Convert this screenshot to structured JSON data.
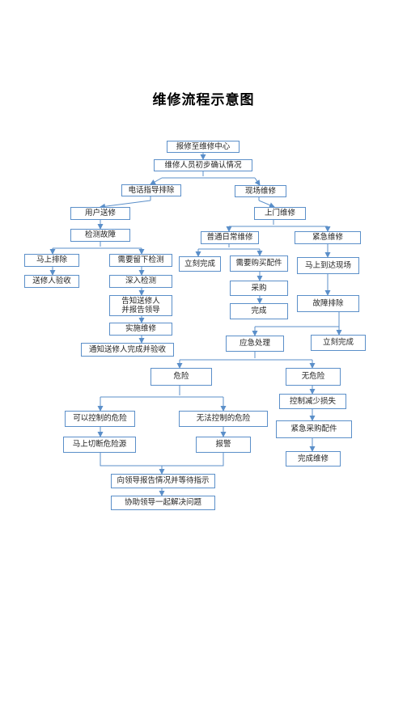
{
  "title": "维修流程示意图",
  "colors": {
    "border": "#5b8fc9",
    "line": "#5b8fc9",
    "text": "#222222"
  },
  "nodes": {
    "report_center": "报修至维修中心",
    "initial_check": "维修人员初步确认情况",
    "phone_guidance": "电话指导排除",
    "onsite_repair": "现场维修",
    "user_delivery": "用户送修",
    "door_repair": "上门维修",
    "diagnose_fault": "检测故障",
    "routine_repair": "普通日常维修",
    "emergency_repair": "紧急维修",
    "fix_now": "马上排除",
    "keep_for_test": "需要留下检测",
    "complete_now_1": "立刻完成",
    "need_parts": "需要购买配件",
    "arrive_onsite": "马上到达现场",
    "return_to_customer": "送修人验收",
    "deep_test": "深入检测",
    "purchase": "采购",
    "notify_leader": "告知送修人\n并报告领导",
    "done": "完成",
    "troubleshoot": "故障排除",
    "implement_repair": "实施维修",
    "notify_acceptance": "通知送修人完成并验收",
    "emergency_handling": "应急处理",
    "complete_now_2": "立刻完成",
    "danger": "危险",
    "no_danger": "无危险",
    "reduce_loss": "控制减少损失",
    "controllable": "可以控制的危险",
    "uncontrollable": "无法控制的危险",
    "urgent_parts": "紧急采购配件",
    "cut_source": "马上切断危险源",
    "call_police": "报警",
    "finish_repair": "完成维修",
    "report_leader": "向领导报告情况并等待指示",
    "assist_leader": "协助领导一起解决问题"
  }
}
